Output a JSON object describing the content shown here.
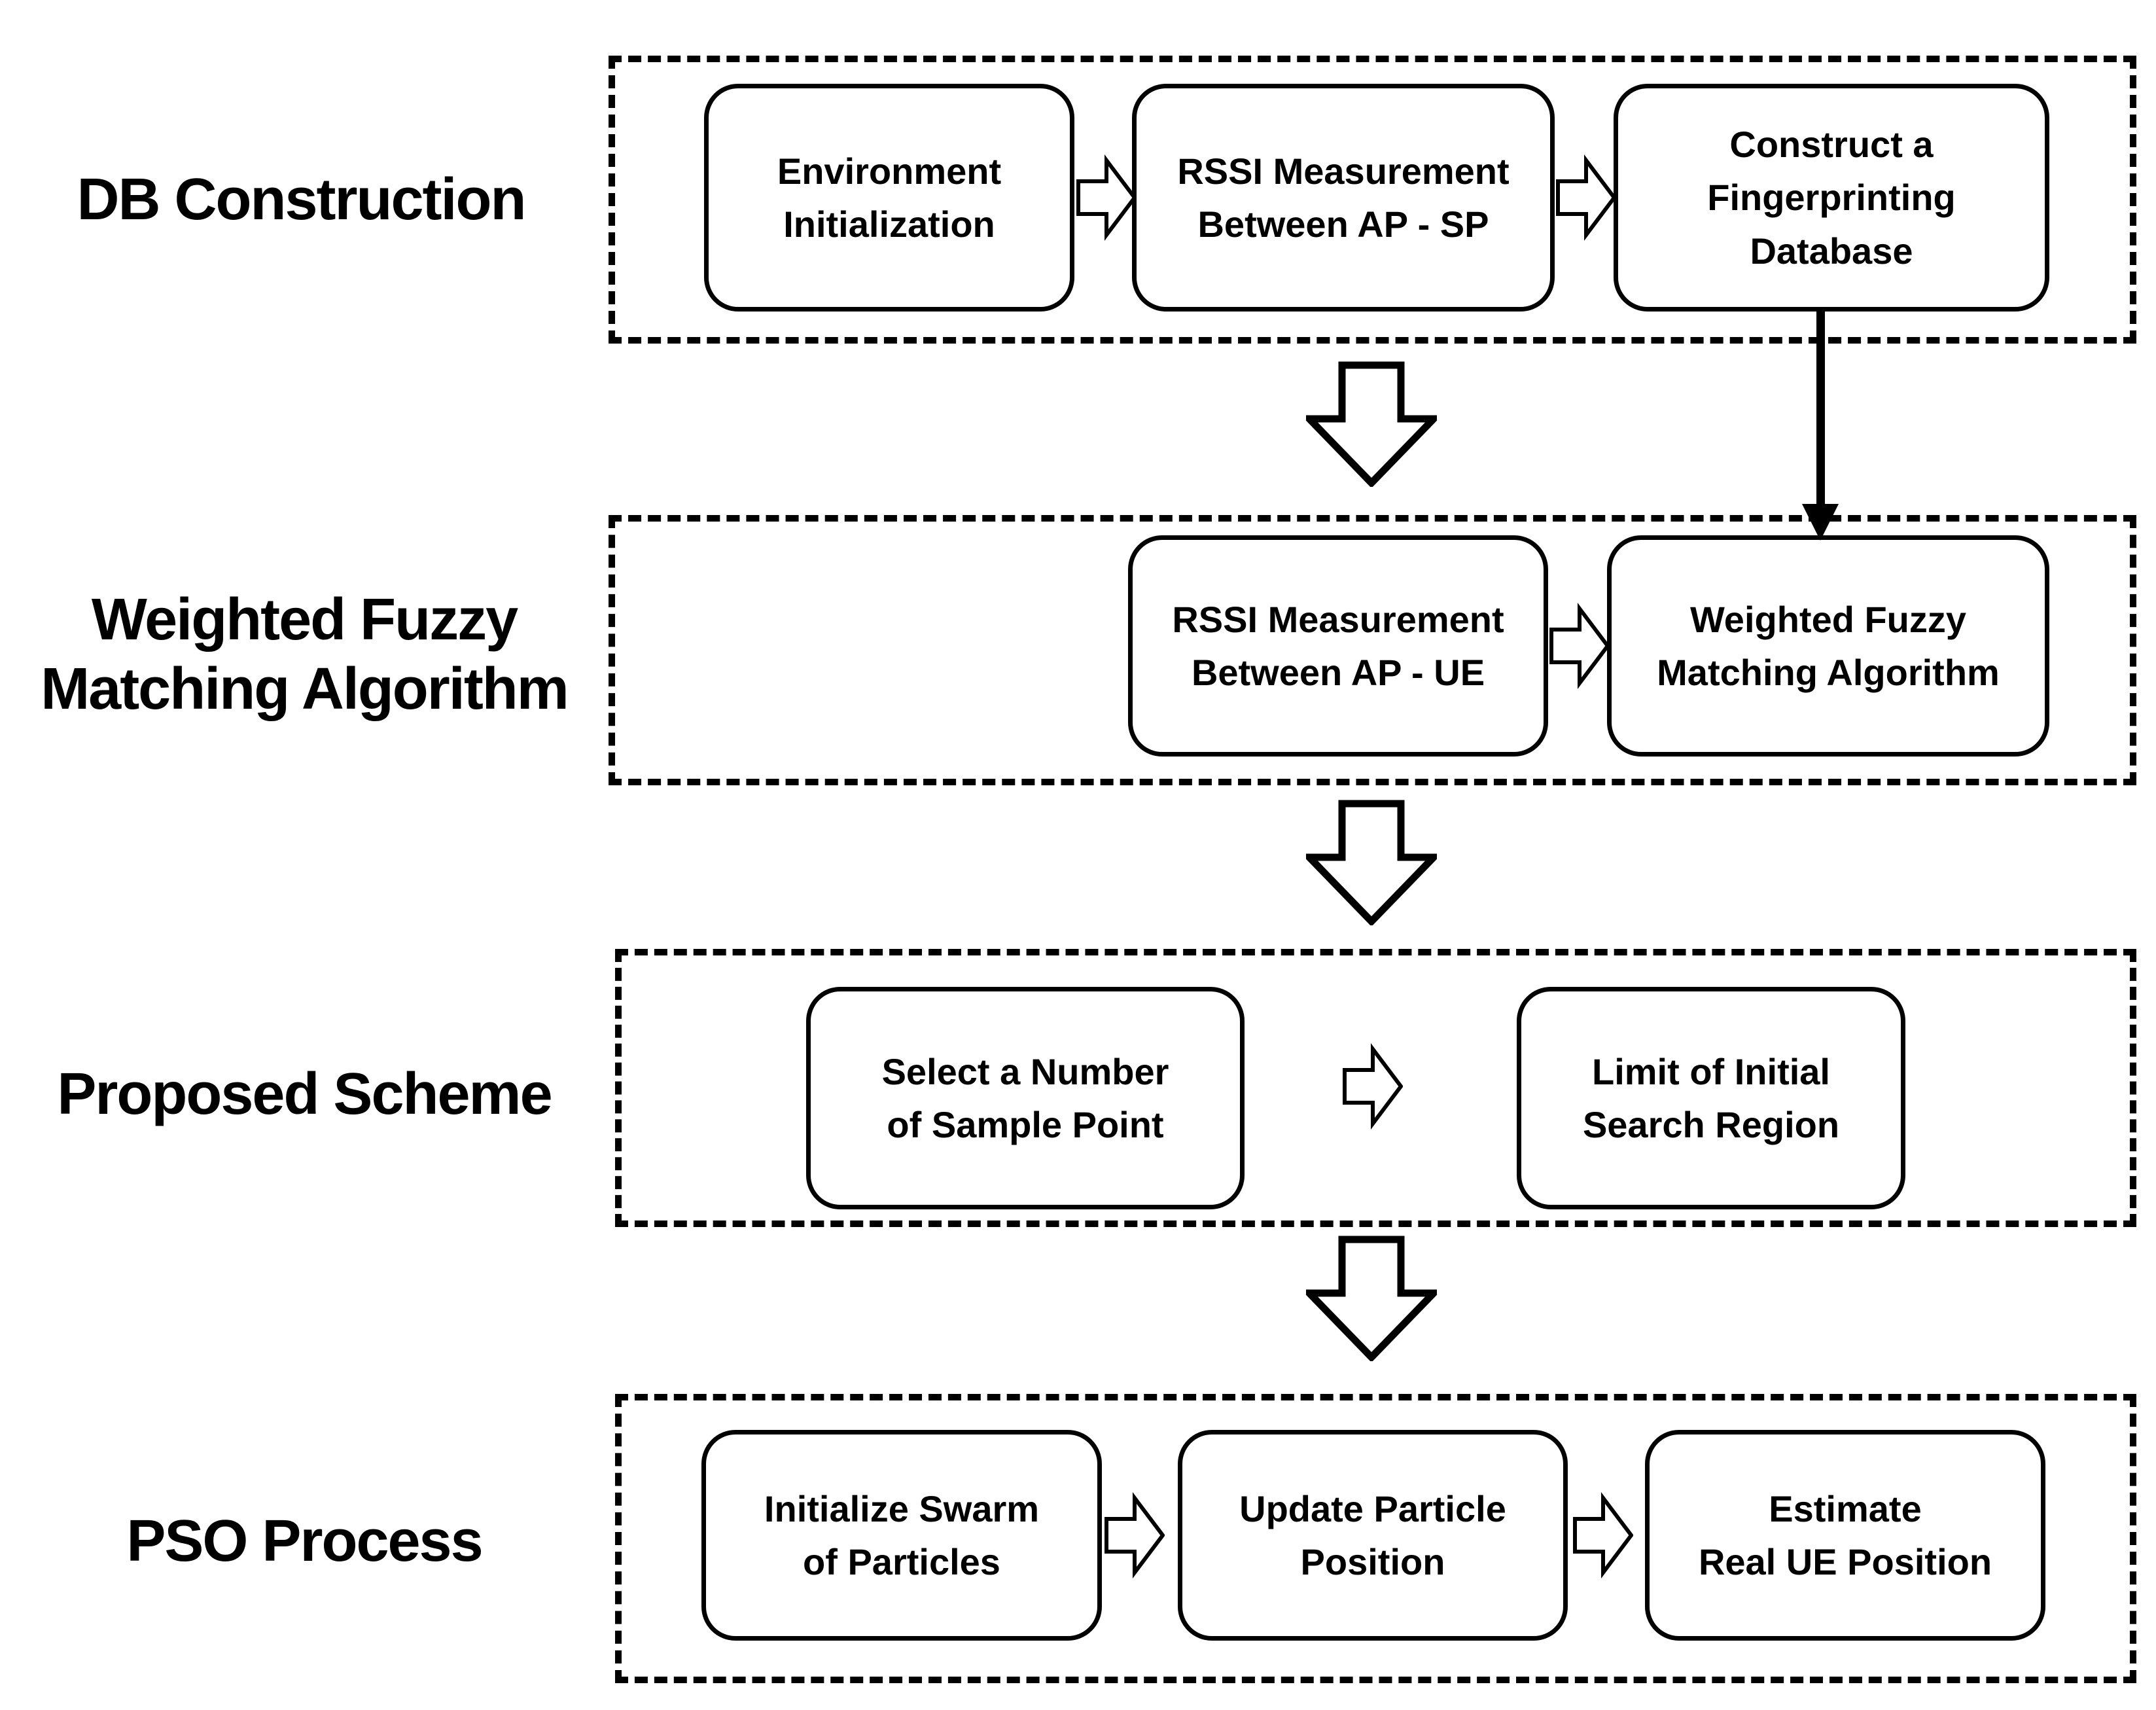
{
  "colors": {
    "ink": "#000000",
    "background": "#ffffff"
  },
  "sections": [
    {
      "label": "DB Construction",
      "boxes": [
        "Environment\nInitialization",
        "RSSI Measurement\nBetween AP - SP",
        "Construct a\nFingerprinting\nDatabase"
      ]
    },
    {
      "label": "Weighted Fuzzy\nMatching Algorithm",
      "boxes": [
        "RSSI Measurement\nBetween AP - UE",
        "Weighted Fuzzy\nMatching Algorithm"
      ]
    },
    {
      "label": "Proposed Scheme",
      "boxes": [
        "Select a Number\nof Sample Point",
        "Limit of Initial\nSearch Region"
      ]
    },
    {
      "label": "PSO Process",
      "boxes": [
        "Initialize Swarm\nof Particles",
        "Update Particle\nPosition",
        "Estimate\nReal UE Position"
      ]
    }
  ]
}
